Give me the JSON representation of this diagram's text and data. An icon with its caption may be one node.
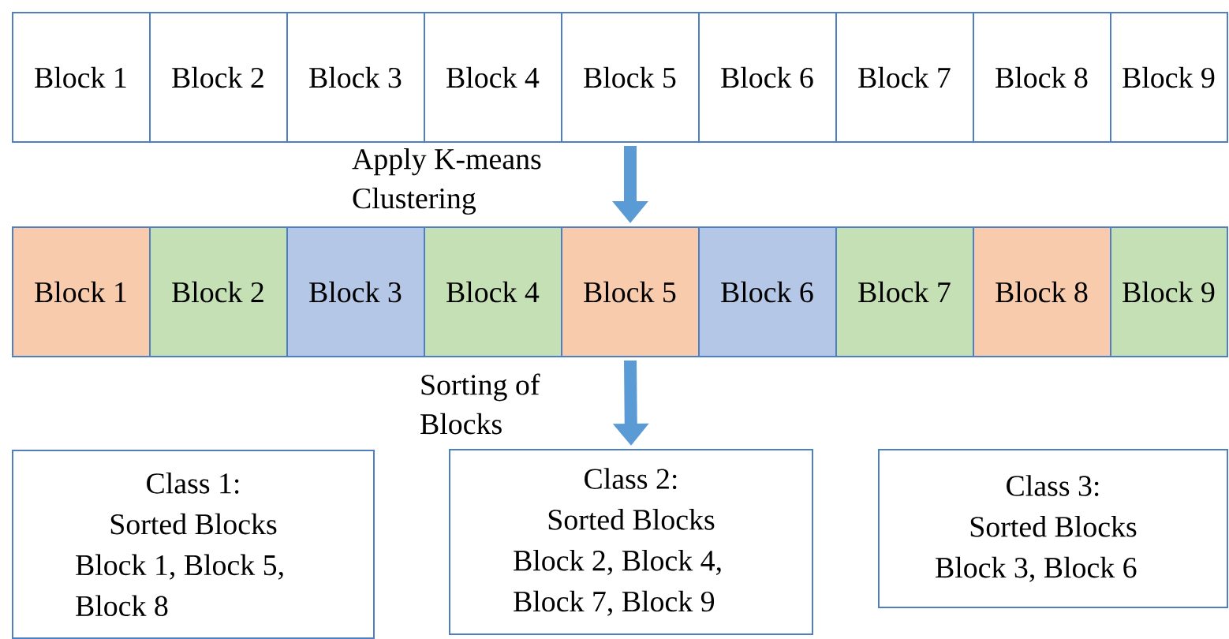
{
  "diagram": {
    "nodes": [
      {
        "text": [
          "Block 1"
        ]
      },
      {
        "text": [
          "Block 2"
        ]
      },
      {
        "text": [
          "Block 3"
        ]
      },
      {
        "text": [
          "Block 4"
        ]
      },
      {
        "text": [
          "Block 5"
        ]
      },
      {
        "text": [
          "Block 6"
        ]
      },
      {
        "text": [
          "Block 7"
        ]
      },
      {
        "text": [
          "Block 8"
        ]
      },
      {
        "text": [
          "Block 9"
        ]
      },
      {
        "text": [
          "Block 1"
        ]
      },
      {
        "text": [
          "Block 2"
        ]
      },
      {
        "text": [
          "Block 3"
        ]
      },
      {
        "text": [
          "Block 4"
        ]
      },
      {
        "text": [
          "Block 5"
        ]
      },
      {
        "text": [
          "Block 6"
        ]
      },
      {
        "text": [
          "Block 7"
        ]
      },
      {
        "text": [
          "Block 8"
        ]
      },
      {
        "text": [
          "Block 9"
        ]
      },
      {
        "text": [
          "Class 1: Sorted Blocks",
          "Block 1, Block 5, Block 8"
        ]
      },
      {
        "text": [
          "Class 2: Sorted Blocks",
          "Block 2, Block 4, Block 7, Block 9"
        ]
      },
      {
        "text": [
          "Class 3: Sorted Blocks",
          "Block 3, Block 6"
        ]
      }
    ],
    "edges": [
      {
        "from": 4,
        "to": 13,
        "arrow": "to",
        "label": "Apply K-means Clustering"
      },
      {
        "from": 13,
        "to": 19,
        "arrow": "to",
        "label": "Sorting of Blocks"
      }
    ]
  }
}
